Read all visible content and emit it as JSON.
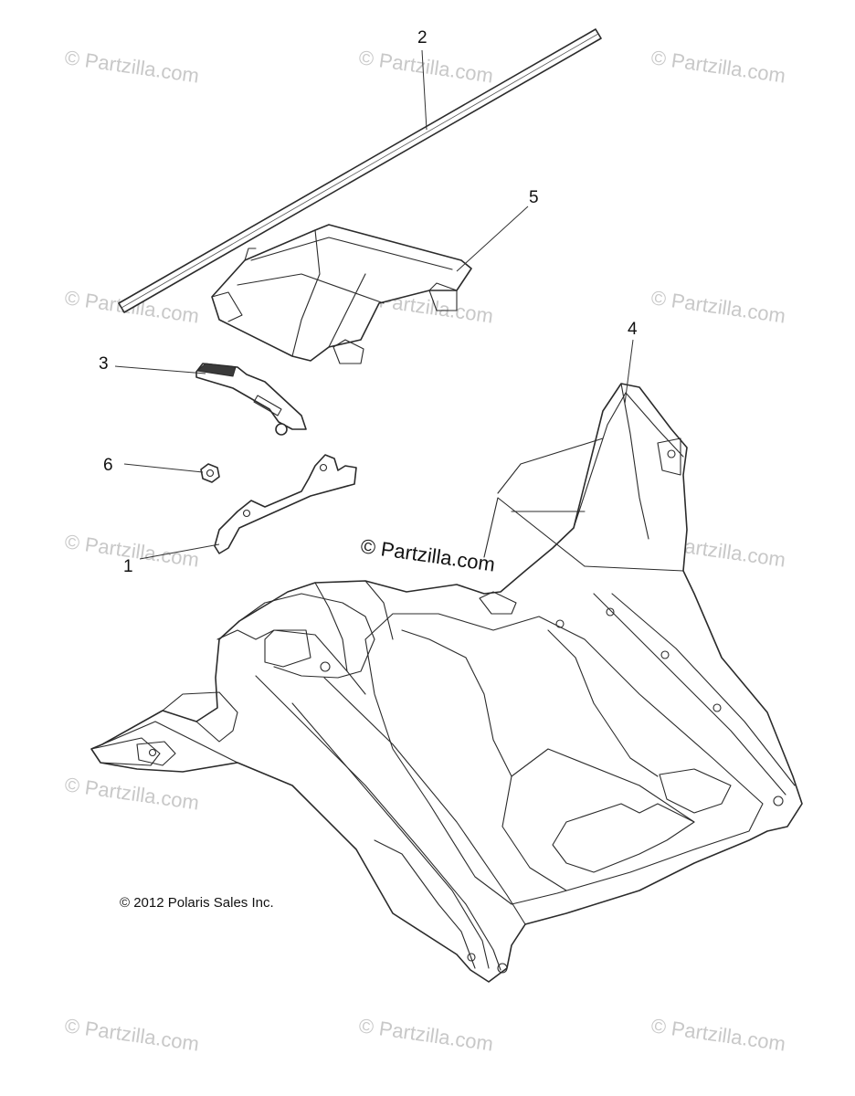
{
  "watermark": "© Partzilla.com",
  "center_watermark": "© Partzilla.com",
  "copyright": "© 2012 Polaris Sales Inc.",
  "callouts": {
    "c1": "1",
    "c2": "2",
    "c3": "3",
    "c4": "4",
    "c5": "5",
    "c6": "6"
  }
}
